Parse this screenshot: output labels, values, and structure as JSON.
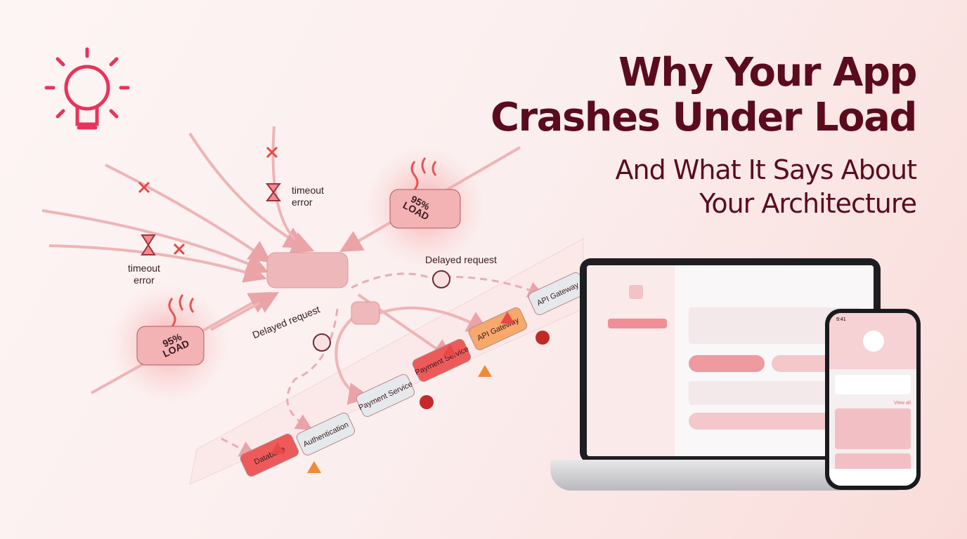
{
  "title": {
    "line1": "Why Your App",
    "line2": "Crashes Under Load",
    "sub1": "And What It Says About",
    "sub2": "Your Architecture"
  },
  "labels": {
    "timeout_a": "timeout\nerror",
    "timeout_b": "timeout\nerror",
    "delayed_a": "Delayed request",
    "delayed_b": "Delayed request",
    "load_a": "95%\nLOAD",
    "load_b": "95%\nLOAD"
  },
  "services": [
    "Database",
    "Authentication",
    "Payment Service",
    "Payment Service",
    "API Gateway",
    "API Gateway"
  ],
  "phone": {
    "time": "9:41",
    "view_all": "View all"
  },
  "colors": {
    "accent": "#e8345a",
    "title": "#5a0c1c",
    "danger": "#e84848",
    "warn": "#f08a3a"
  }
}
